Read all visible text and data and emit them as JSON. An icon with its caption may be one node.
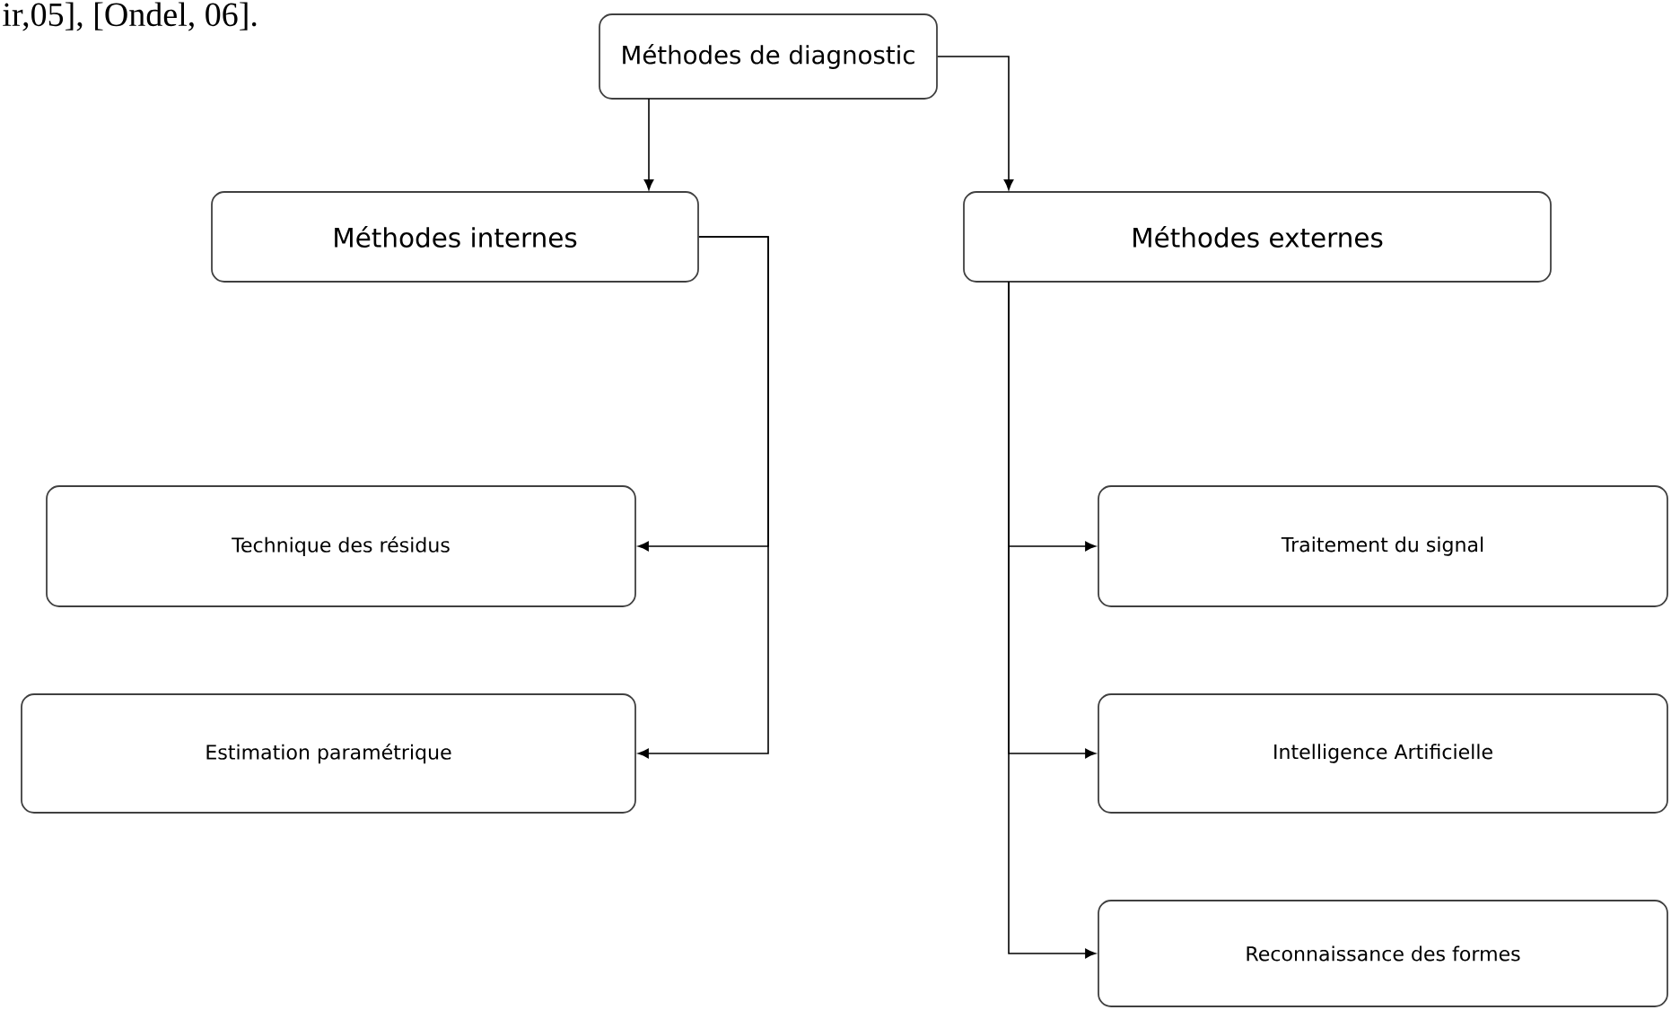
{
  "diagram": {
    "nodes": [
      {
        "text": [
          "Méthodes de diagnostic"
        ]
      },
      {
        "text": [
          "Méthodes internes"
        ]
      },
      {
        "text": [
          "Méthodes externes"
        ]
      },
      {
        "text": [
          "Technique des résidus"
        ]
      },
      {
        "text": [
          "Estimation paramétrique"
        ]
      },
      {
        "text": [
          "Traitement du signal"
        ]
      },
      {
        "text": [
          "Intelligence Artificielle"
        ]
      },
      {
        "text": [
          "Reconnaissance des formes"
        ]
      }
    ],
    "edges": [
      {
        "from": 0,
        "to": 1,
        "arrow": "to"
      },
      {
        "from": 0,
        "to": 2,
        "arrow": "to"
      },
      {
        "from": 1,
        "to": 3,
        "arrow": "to"
      },
      {
        "from": 1,
        "to": 4,
        "arrow": "to"
      },
      {
        "from": 2,
        "to": 5,
        "arrow": "to"
      },
      {
        "from": 2,
        "to": 6,
        "arrow": "to"
      },
      {
        "from": 2,
        "to": 7,
        "arrow": "to"
      }
    ],
    "labels": [
      "ir,05], [Ondel, 06]."
    ]
  }
}
